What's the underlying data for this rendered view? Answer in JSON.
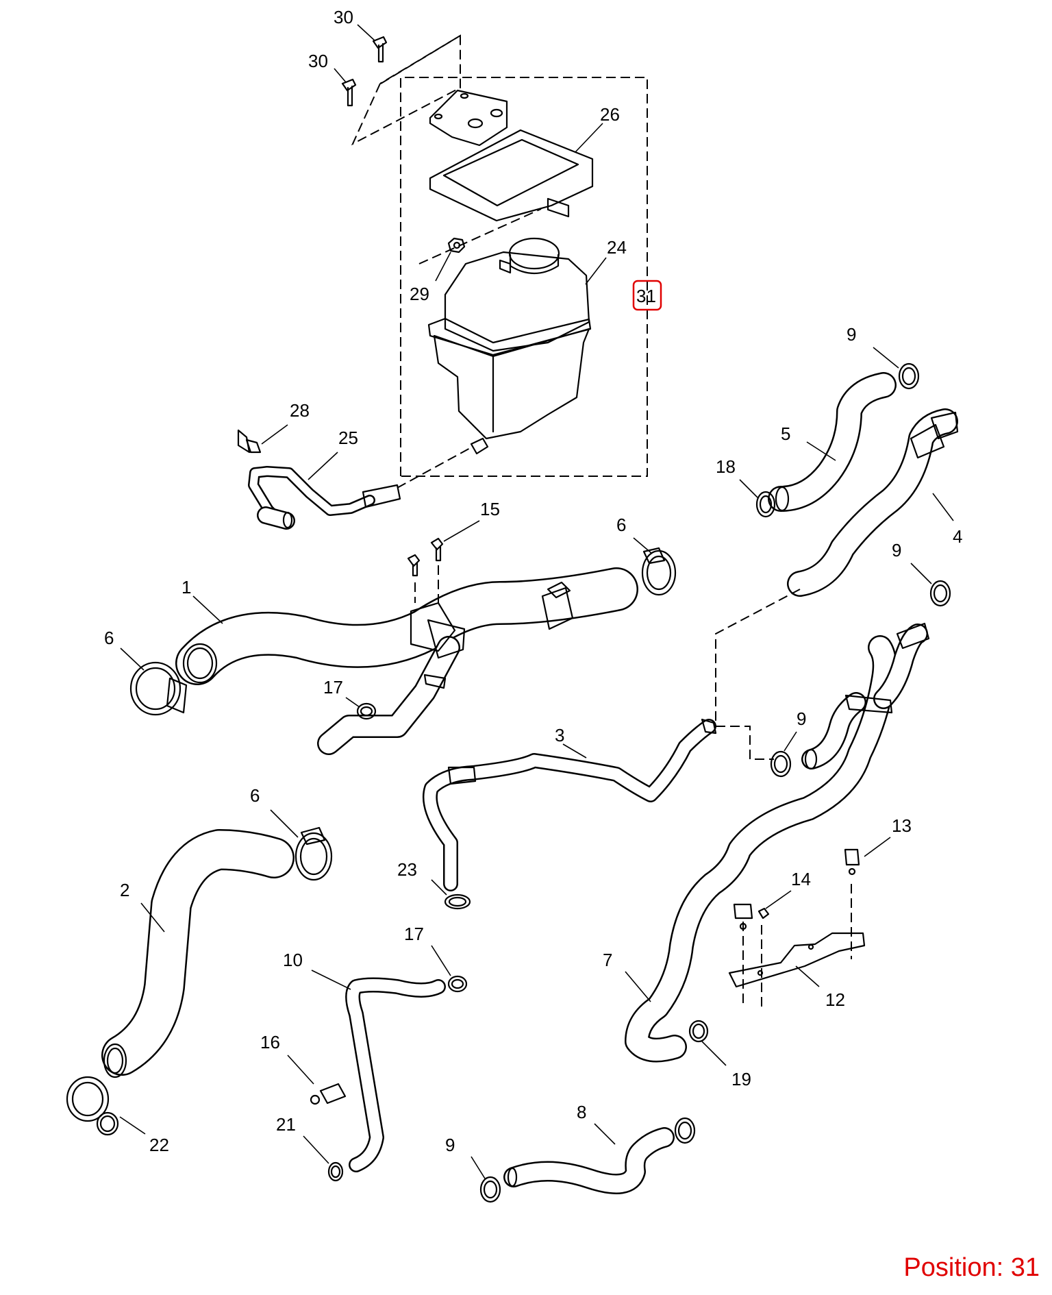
{
  "highlight": {
    "label": "31",
    "color": "#e00000"
  },
  "position_label": "Position: 31",
  "callouts": [
    "1",
    "2",
    "3",
    "4",
    "5",
    "6",
    "6",
    "6",
    "7",
    "8",
    "9",
    "9",
    "9",
    "9",
    "10",
    "12",
    "13",
    "14",
    "15",
    "16",
    "17",
    "17",
    "18",
    "19",
    "21",
    "22",
    "23",
    "24",
    "25",
    "26",
    "28",
    "29",
    "30",
    "30"
  ]
}
